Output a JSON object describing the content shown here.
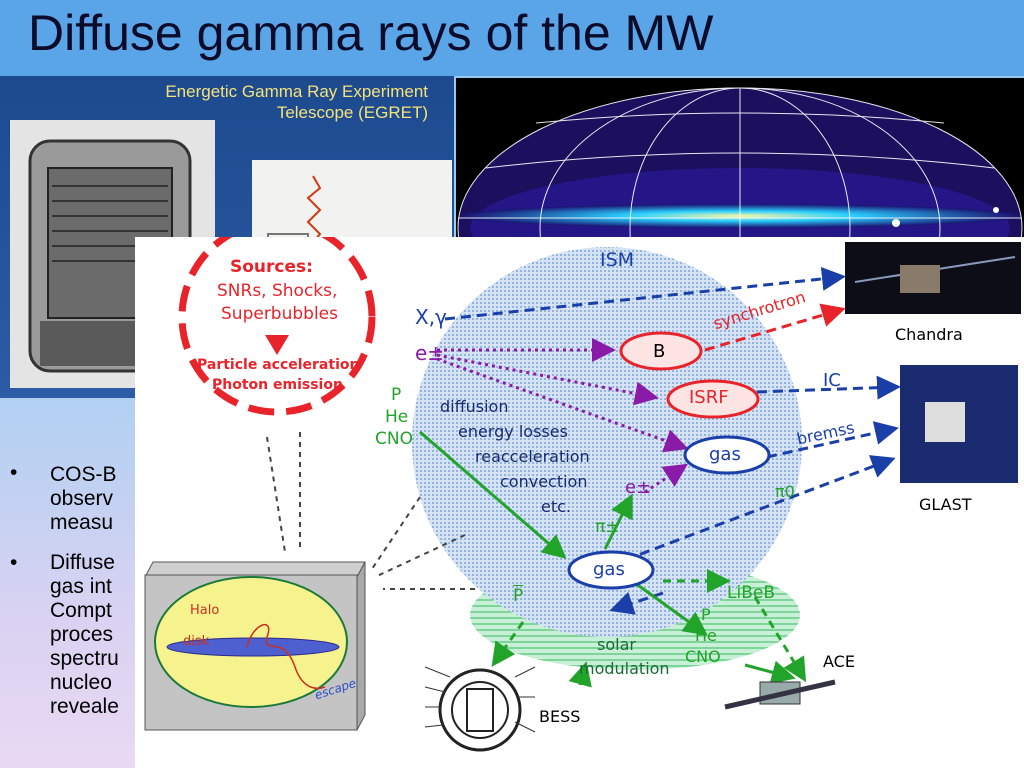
{
  "slide": {
    "title": "Diffuse gamma rays of the MW",
    "egret_title_line1": "Energetic Gamma Ray Experiment",
    "egret_title_line2": "Telescope (EGRET)",
    "bullets": [
      {
        "lines": [
          "COS-B",
          "observ",
          "measu"
        ]
      },
      {
        "lines": [
          "Diffuse",
          "gas int",
          "Compt",
          "proces",
          "spectru",
          "nucleo",
          "reveale"
        ]
      }
    ]
  },
  "diagram": {
    "sources_title": "Sources:",
    "sources_line1": "SNRs, Shocks,",
    "sources_line2": "Superbubbles",
    "sources_line3": "Particle acceleration",
    "sources_line4": "Photon emission",
    "ism": "ISM",
    "xgamma": "X,γ",
    "eplusminus": "e±",
    "p": "P",
    "he": "He",
    "cno": "CNO",
    "b": "B",
    "isrf": "ISRF",
    "gas_upper": "gas",
    "gas_lower": "gas",
    "synchrotron": "synchrotron",
    "ic": "IC",
    "bremss": "bremss",
    "pi0": "π0",
    "pi_pm": "π±",
    "e_pm_small": "e±",
    "diffusion": "diffusion",
    "energy_losses": "energy losses",
    "reacceleration": "reacceleration",
    "convection": "convection",
    "etc": "etc.",
    "pbar": "P",
    "libeb": "LiBeB",
    "p2": "P",
    "he2": "He",
    "cno2": "CNO",
    "solar": "solar",
    "modulation": "modulation",
    "halo": "Halo",
    "disk": "disk",
    "escape": "escape",
    "chandra": "Chandra",
    "glast": "GLAST",
    "ace": "ACE",
    "bess": "BESS"
  },
  "colors": {
    "title_bar": "#5aa5e8",
    "red": "#e8232a",
    "blue_arrow": "#1a3fa8",
    "purple_arrow": "#8a1aa8",
    "green_arrow": "#22a32a",
    "ism_fill": "#b9d1ef",
    "halo_fill": "#f6f28e"
  }
}
